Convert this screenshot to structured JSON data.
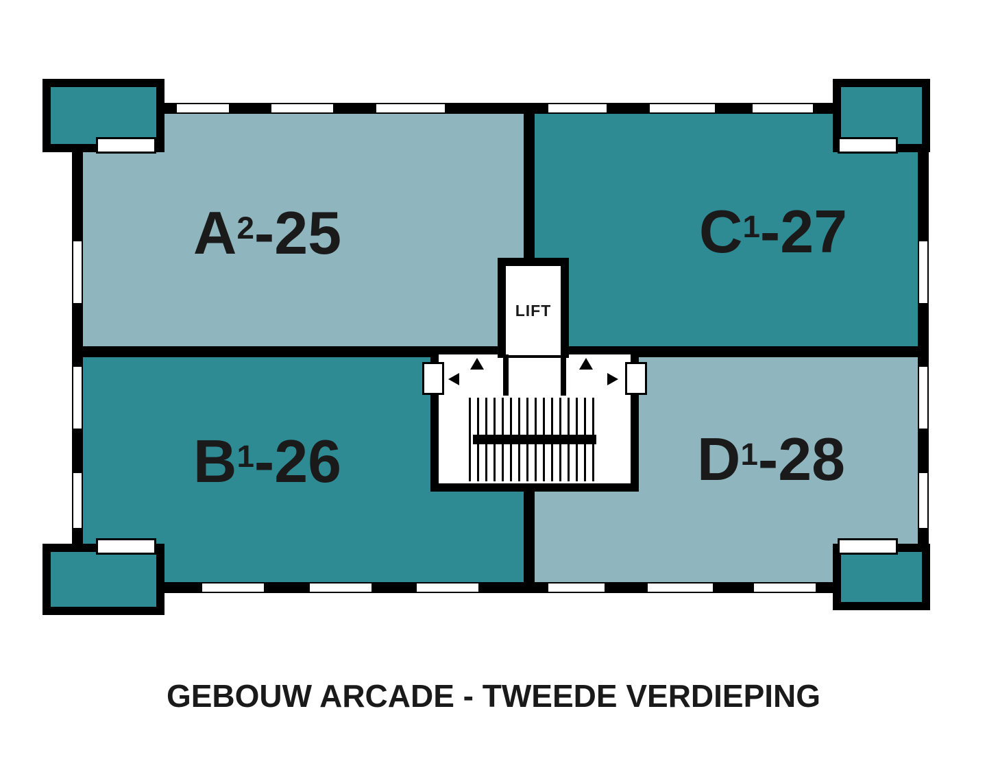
{
  "title": "GEBOUW ARCADE - TWEEDE VERDIEPING",
  "core": {
    "lift_label": "LIFT"
  },
  "apartments": [
    {
      "name": "A2-25",
      "letter": "A",
      "sup": "2",
      "suffix": "-25",
      "shade": "light",
      "position": "top-left"
    },
    {
      "name": "C1-27",
      "letter": "C",
      "sup": "1",
      "suffix": "-27",
      "shade": "dark",
      "position": "top-right"
    },
    {
      "name": "B1-26",
      "letter": "B",
      "sup": "1",
      "suffix": "-26",
      "shade": "dark",
      "position": "bottom-left"
    },
    {
      "name": "D1-28",
      "letter": "D",
      "sup": "1",
      "suffix": "-28",
      "shade": "light",
      "position": "bottom-right"
    }
  ],
  "colors": {
    "room_light": "#8fb6be",
    "room_dark": "#2e8b94",
    "wall": "#000000",
    "background": "#ffffff",
    "text": "#1a1a1a"
  }
}
